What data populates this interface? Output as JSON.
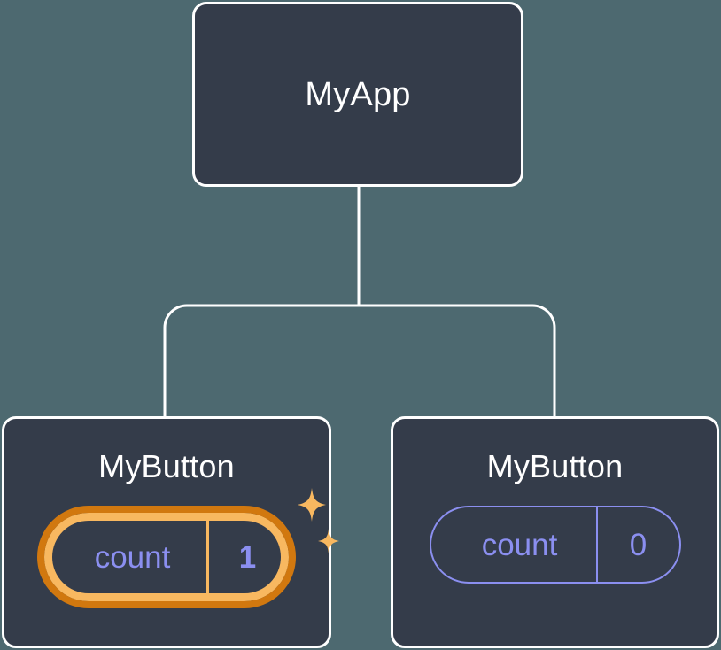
{
  "theme": {
    "background": "#4d6970",
    "card_fill": "#343c4a",
    "card_border": "#ffffff",
    "connector": "#ffffff",
    "state_accent": "#8b8ff0",
    "highlight_outer": "#d1780f",
    "highlight_inner": "#f8b860",
    "sparkle": "#f8b860"
  },
  "diagram": {
    "type": "component-tree",
    "root": {
      "title": "MyApp"
    },
    "children": [
      {
        "title": "MyButton",
        "state": {
          "key": "count",
          "value": "1"
        },
        "highlighted": true,
        "sparkle_icons": [
          "sparkle-large-icon",
          "sparkle-small-icon"
        ]
      },
      {
        "title": "MyButton",
        "state": {
          "key": "count",
          "value": "0"
        },
        "highlighted": false,
        "sparkle_icons": []
      }
    ]
  }
}
